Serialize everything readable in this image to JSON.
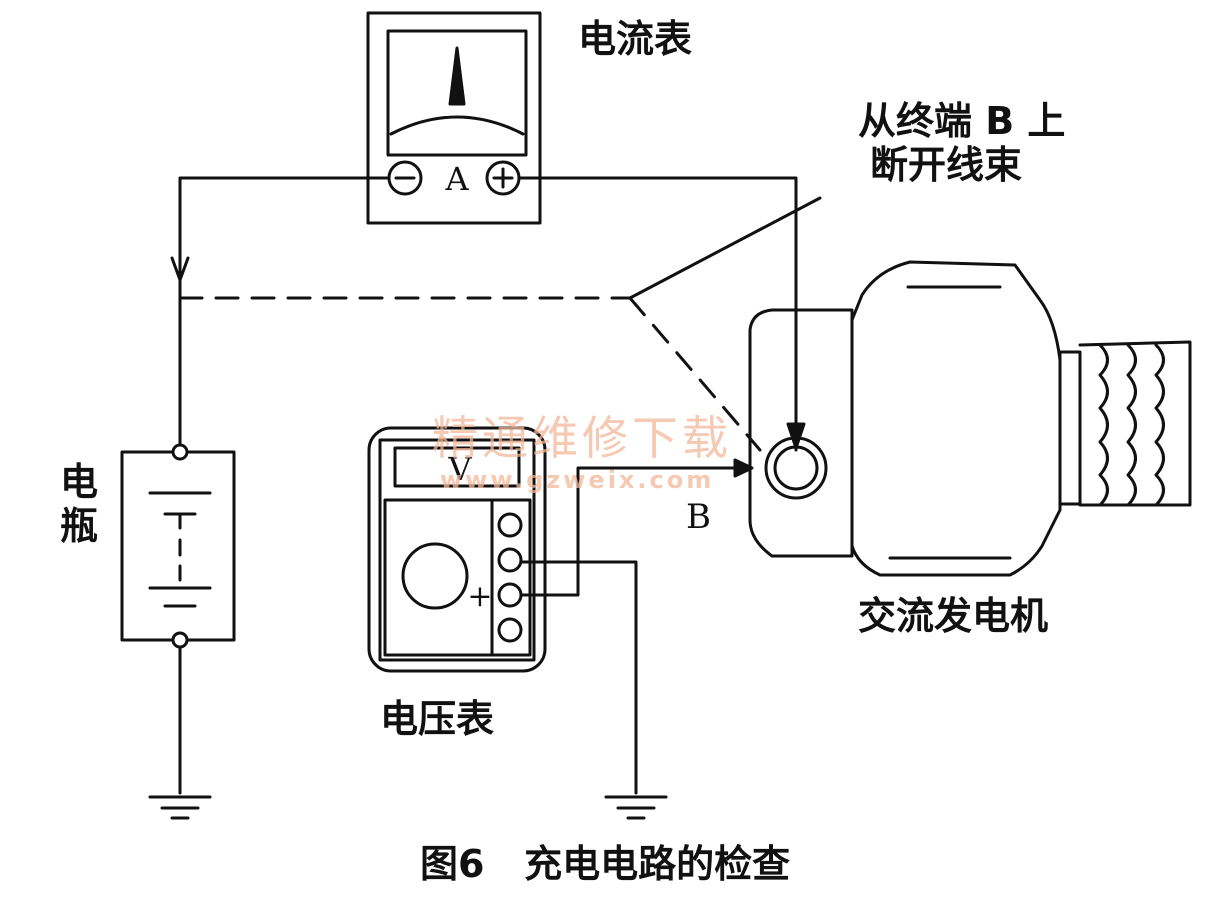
{
  "labels": {
    "ammeter": "电流表",
    "disconnect_note_line1": "从终端 B 上",
    "disconnect_note_line2": "断开线束",
    "battery": "电瓶",
    "voltmeter": "电压表",
    "alternator": "交流发电机",
    "terminal_b": "B",
    "ammeter_unit": "A",
    "voltmeter_unit": "V",
    "ammeter_minus": "⊖",
    "ammeter_plus": "⊕",
    "voltmeter_plus": "+",
    "caption": "图6   充电电路的检查"
  },
  "watermark": {
    "line1": "精通维修下载",
    "line2": "www.gzweix.com"
  },
  "colors": {
    "line": "#111111",
    "watermark": "#f3b79a"
  }
}
